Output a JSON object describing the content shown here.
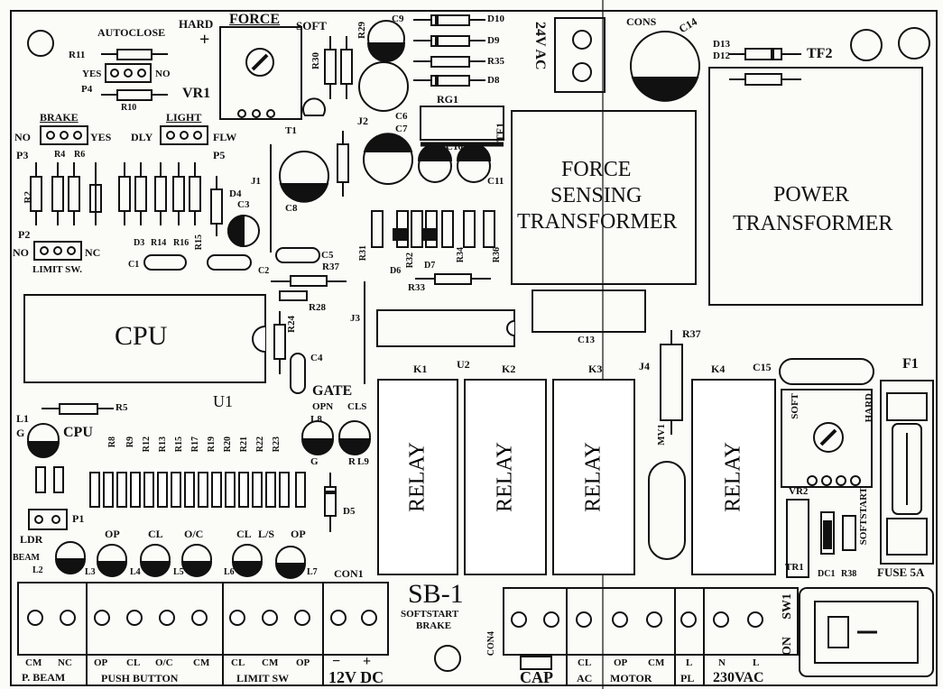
{
  "board": {
    "name": "SB-1",
    "subtitle_line1": "SOFTSTART",
    "subtitle_line2": "BRAKE"
  },
  "blocks": {
    "cpu": "CPU",
    "u1": "U1",
    "force_line1": "FORCE",
    "force_line2": "SENSING",
    "force_line3": "TRANSFORMER",
    "power_line1": "POWER",
    "power_line2": "TRANSFORMER",
    "relay": "RELAY",
    "cap": "CAP"
  },
  "labels": {
    "autoclose": "AUTOCLOSE",
    "yes": "YES",
    "no": "NO",
    "vr1": "VR1",
    "hard": "HARD",
    "soft": "SOFT",
    "force": "FORCE",
    "brake": "BRAKE",
    "light": "LIGHT",
    "dly": "DLY",
    "flw": "FLW",
    "limit_sw": "LIMIT SW.",
    "nc": "NC",
    "gate": "GATE",
    "opn": "OPN",
    "cls": "CLS",
    "ldr": "LDR",
    "beam": "BEAM",
    "op": "OP",
    "cl": "CL",
    "oc": "O/C",
    "ls": "L/S",
    "con1": "CON1",
    "con4": "CON4",
    "cons": "CONS",
    "tf1": "TF1",
    "tf2": "TF2",
    "rg1": "RG1",
    "ac24": "24V AC",
    "f1": "F1",
    "fuse": "FUSE 5A",
    "softstart": "SOFTSTART",
    "vr2": "VR2",
    "tr1": "TR1",
    "dc1": "DC1",
    "r38": "R38",
    "sw1": "SW1",
    "on": "ON",
    "mv1": "MV1"
  },
  "refs": {
    "r11": "R11",
    "r10": "R10",
    "r30": "R30",
    "r29": "R29",
    "r35": "R35",
    "r37": "R37",
    "r28": "R28",
    "r33": "R33",
    "r24": "R24",
    "r5": "R5",
    "r31": "R31",
    "r32": "R32",
    "r34": "R34",
    "r36": "R36",
    "r14": "R14",
    "r16": "R16",
    "r15": "R15",
    "r2": "R2",
    "r4": "R4",
    "r6": "R6",
    "c9": "C9",
    "c14": "C14",
    "c5": "C5",
    "c6": "C6",
    "c7": "C7",
    "c8": "C8",
    "c10": "C10",
    "c11": "C11",
    "c3": "C3",
    "c1": "C1",
    "c2": "C2",
    "c4": "C4",
    "c13": "C13",
    "c15": "C15",
    "d10": "D10",
    "d9": "D9",
    "d8": "D8",
    "d13": "D13",
    "d12": "D12",
    "d3": "D3",
    "d4": "D4",
    "d5": "D5",
    "d6": "D6",
    "d7": "D7",
    "p1": "P1",
    "p2": "P2",
    "p3": "P3",
    "p4": "P4",
    "p5": "P5",
    "j1": "J1",
    "j2": "J2",
    "j3": "J3",
    "j4": "J4",
    "t1": "T1",
    "u2": "U2",
    "k1": "K1",
    "k2": "K2",
    "k3": "K3",
    "k4": "K4",
    "l1": "L1",
    "l2": "L2",
    "l3": "L3",
    "l4": "L4",
    "l5": "L5",
    "l6": "L6",
    "l7": "L7",
    "l8": "L8",
    "l9": "L9",
    "g": "G",
    "r": "R"
  },
  "led_refs_row": [
    "R8",
    "R9",
    "R12",
    "R13",
    "R15",
    "R17",
    "R19",
    "R20",
    "R21",
    "R22",
    "R23"
  ],
  "terminal_labels": {
    "pbeam": [
      "CM",
      "NC"
    ],
    "pbeam_group": "P. BEAM",
    "push": [
      "OP",
      "CL",
      "O/C",
      "CM"
    ],
    "push_group": "PUSH BUTTON",
    "limit": [
      "CL",
      "CM",
      "OP"
    ],
    "limit_group": "LIMIT SW",
    "dc_minus": "−",
    "dc_plus": "+",
    "dc_group": "12V DC",
    "ac": "CL",
    "ac_group": "AC",
    "motor": [
      "OP",
      "CM"
    ],
    "motor_group": "MOTOR",
    "pl": "L",
    "pl_group": "PL",
    "mains": [
      "N",
      "L"
    ],
    "mains_group": "230VAC"
  },
  "jumpers": {
    "p4_left": "YES",
    "p4_right": "NO",
    "p3_left": "NO",
    "p3_right": "YES",
    "p2_left": "NO",
    "p2_right": "NC"
  }
}
